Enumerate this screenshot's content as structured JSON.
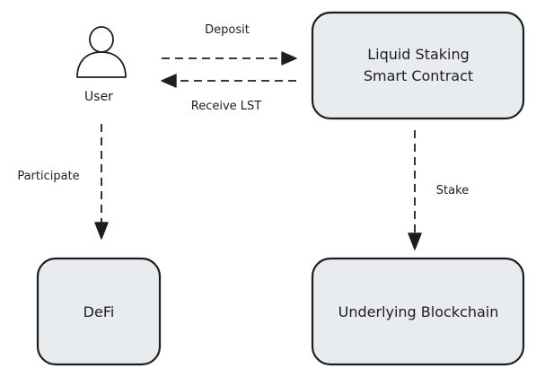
{
  "diagram": {
    "nodes": {
      "user": {
        "label": "User",
        "icon": "user-icon"
      },
      "contract": {
        "label_line1": "Liquid Staking",
        "label_line2": "Smart Contract"
      },
      "defi": {
        "label": "DeFi"
      },
      "blockchain": {
        "label": "Underlying Blockchain"
      }
    },
    "edges": {
      "deposit": {
        "label": "Deposit",
        "from": "User",
        "to": "Liquid Staking Smart Contract"
      },
      "receive_lst": {
        "label": "Receive LST",
        "from": "Liquid Staking Smart Contract",
        "to": "User"
      },
      "participate": {
        "label": "Participate",
        "from": "User",
        "to": "DeFi"
      },
      "stake": {
        "label": "Stake",
        "from": "Liquid Staking Smart Contract",
        "to": "Underlying Blockchain"
      }
    },
    "colors": {
      "box_fill": "#e9ecef",
      "stroke": "#1e1e1e",
      "background": "#ffffff"
    }
  }
}
